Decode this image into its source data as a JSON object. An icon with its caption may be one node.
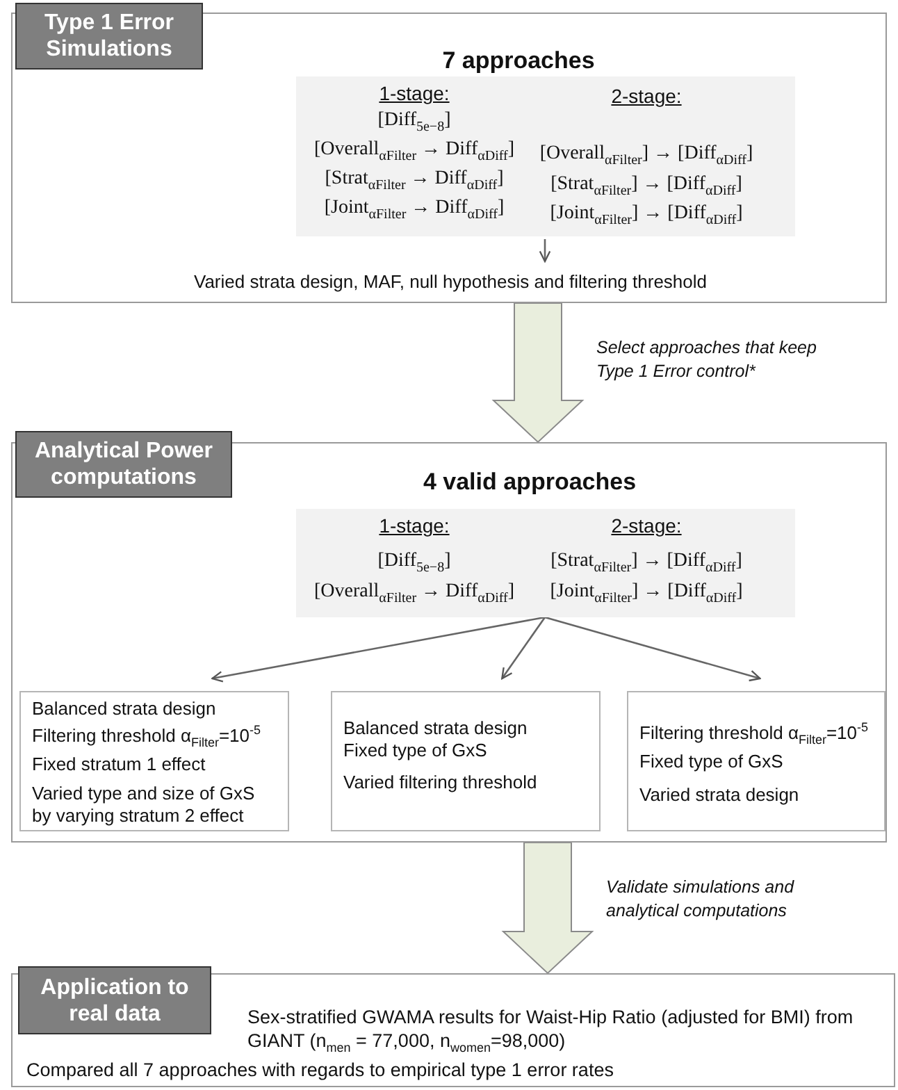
{
  "diagram": {
    "nodes": [
      {
        "text": [
          "Type 1 Error Simulations"
        ]
      },
      {
        "text": [
          "7 approaches"
        ]
      },
      {
        "text": [
          "1-stage:",
          "[Diff$_{5e−8}$]",
          "[Overall$_{αFilter}$ → Diff$_{αDiff}$]",
          "[Strat$_{αFilter}$ → Diff$_{αDiff}$]",
          "[Joint$_{αFilter}$ → Diff$_{αDiff}$]",
          "2-stage:",
          "[Overall$_{αFilter}$] → [Diff$_{αDiff}$]",
          "[Strat$_{αFilter}$] → [Diff$_{αDiff}$]",
          "[Joint$_{αFilter}$] → [Diff$_{αDiff}$]"
        ],
        "in": 1
      },
      {
        "text": [
          "Varied strata design, MAF, null hypothesis and filtering threshold"
        ],
        "in": 1
      },
      {
        "text": [
          "Analytical Power computations"
        ]
      },
      {
        "text": [
          "4 valid approaches"
        ]
      },
      {
        "text": [
          "1-stage:",
          "[Diff$_{5e−8}$]",
          "[Overall$_{αFilter}$ → Diff$_{αDiff}$]",
          "2-stage:",
          "[Strat$_{αFilter}$] → [Diff$_{αDiff}$]",
          "[Joint$_{αFilter}$] → [Diff$_{αDiff}$]"
        ],
        "in": 5
      },
      {
        "text": [
          "Balanced strata design",
          "Filtering threshold α$_{Filter}$=10$^{-5}$",
          "Fixed stratum 1 effect",
          "Varied type and size of GxS by varying stratum 2 effect"
        ],
        "in": 5
      },
      {
        "text": [
          "Balanced strata design",
          "Fixed type of GxS",
          "Varied filtering threshold"
        ],
        "in": 5
      },
      {
        "text": [
          "Filtering threshold α$_{Filter}$=10$^{-5}$",
          "Fixed type of GxS",
          "Varied strata design"
        ],
        "in": 5
      },
      {
        "text": [
          "Application to real data"
        ]
      },
      {
        "text": [
          "Sex-stratified GWAMA results for Waist-Hip Ratio (adjusted for BMI) from GIANT (n$_{men}$ = 77,000, n$_{women}$=98,000)",
          "Compared all 7 approaches with regards to empirical type 1 error rates"
        ]
      }
    ],
    "edges": [
      {
        "from": 2,
        "to": 3,
        "arrow": "to"
      },
      {
        "from": 1,
        "to": 5,
        "arrow": "to",
        "label": "Select approaches that keep Type 1 Error control*",
        "style": "thick",
        "color": "#e9eedd"
      },
      {
        "from": 6,
        "to": 7,
        "arrow": "to"
      },
      {
        "from": 6,
        "to": 8,
        "arrow": "to"
      },
      {
        "from": 6,
        "to": 9,
        "arrow": "to"
      },
      {
        "from": 5,
        "to": 11,
        "arrow": "to",
        "label": "Validate simulations and analytical computations",
        "style": "thick",
        "color": "#e9eedd"
      }
    ]
  }
}
